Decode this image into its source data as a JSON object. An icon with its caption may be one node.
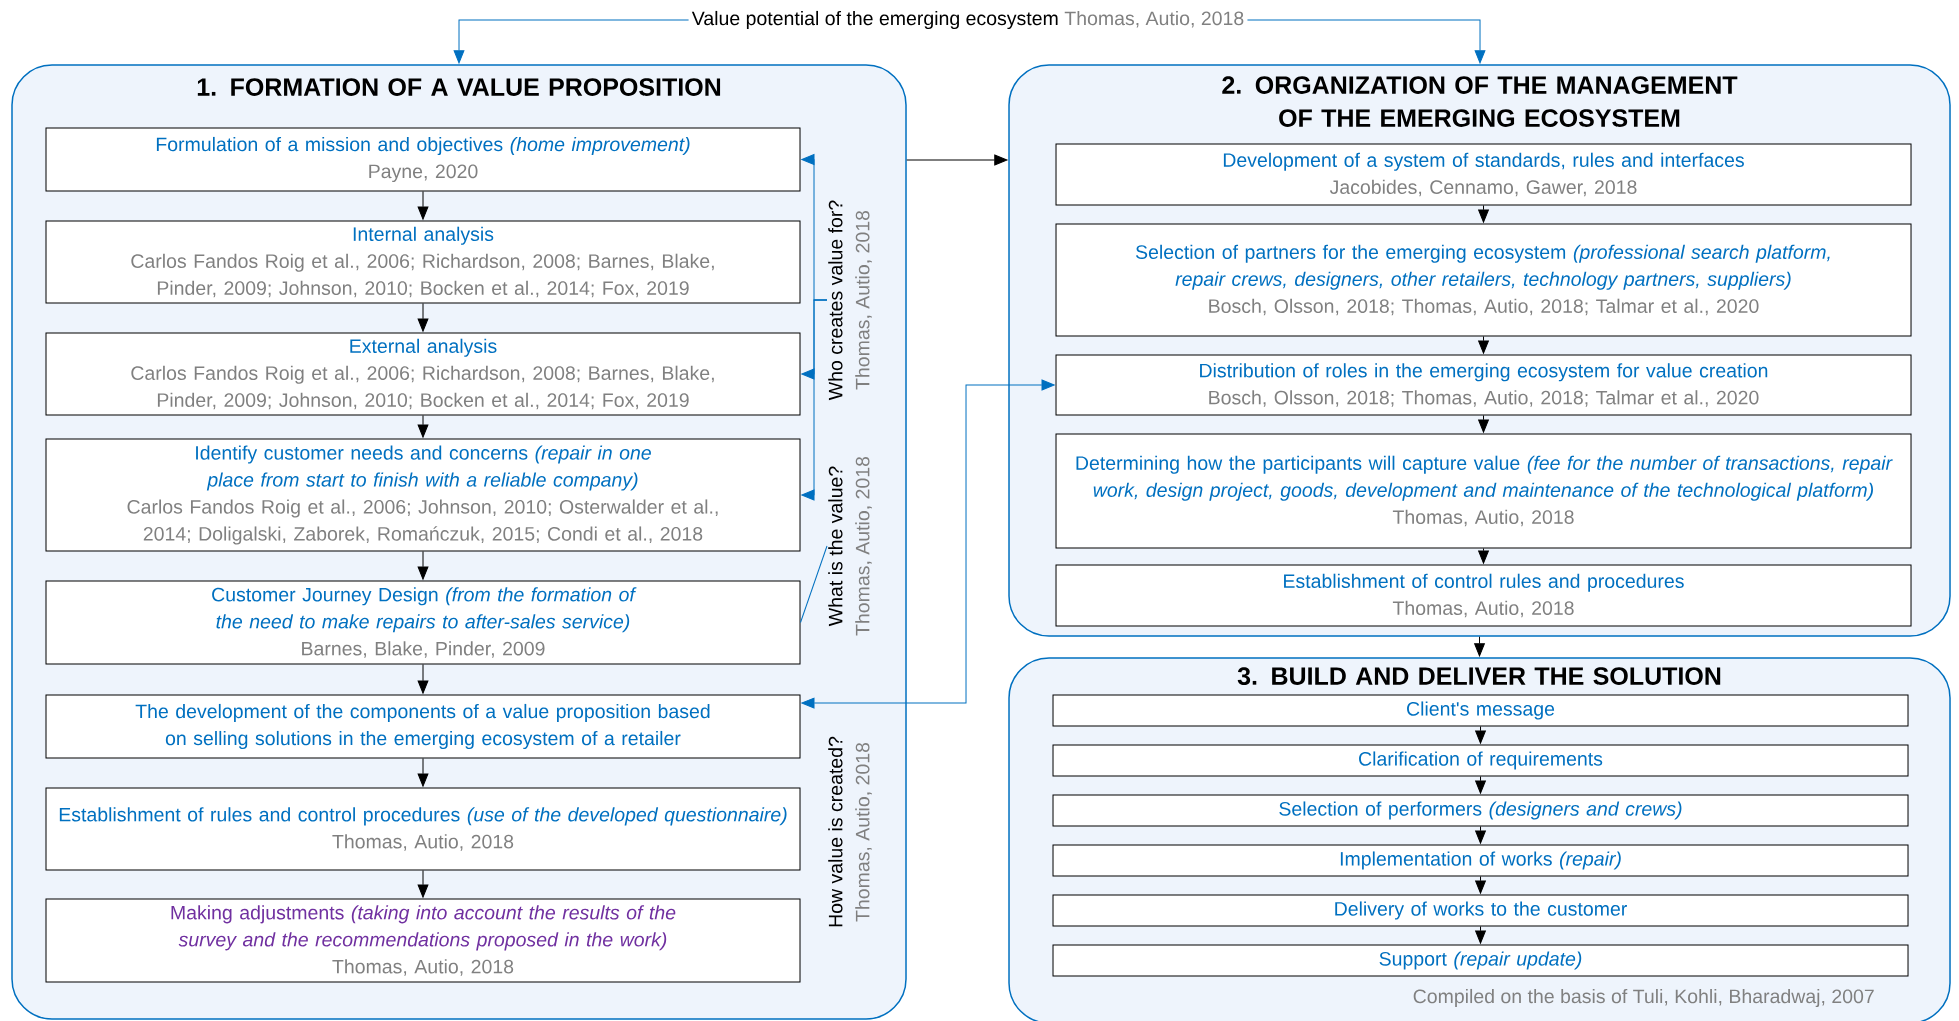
{
  "diagram": {
    "nodes": [
      {
        "text": [
          "Value potential of the emerging ecosystem",
          "Thomas, Autio, 2018"
        ]
      },
      {
        "text": [
          "1. FORMATION OF A VALUE PROPOSITION"
        ]
      },
      {
        "text": [
          "Formulation of a mission and objectives *(home improvement)*",
          "Payne, 2020"
        ],
        "in": 1
      },
      {
        "text": [
          "Internal analysis",
          "Carlos Fandos Roig et al., 2006; Richardson, 2008; Barnes, Blake, Pinder, 2009; Johnson, 2010; Bocken et al., 2014; Fox, 2019"
        ],
        "in": 1
      },
      {
        "text": [
          "External analysis",
          "Carlos Fandos Roig et al., 2006; Richardson, 2008; Barnes, Blake, Pinder, 2009; Johnson, 2010; Bocken et al., 2014; Fox, 2019"
        ],
        "in": 1
      },
      {
        "text": [
          "Identify customer needs and concerns *(repair in one place from start to finish with a reliable company)*",
          "Carlos Fandos Roig et al., 2006; Johnson, 2010; Osterwalder et al., 2014; Doligalski, Zaborek, Romańczuk, 2015; Condi et al., 2018"
        ],
        "in": 1
      },
      {
        "text": [
          "Customer Journey Design *(from the formation of the need to make repairs to after-sales service)*",
          "Barnes, Blake, Pinder, 2009"
        ],
        "in": 1
      },
      {
        "text": [
          "The development of the components of a value proposition based on selling solutions in the emerging ecosystem of a retailer"
        ],
        "in": 1
      },
      {
        "text": [
          "Establishment of rules and control procedures *(use of the developed questionnaire)*",
          "Thomas, Autio, 2018"
        ],
        "in": 1
      },
      {
        "text": [
          "Making adjustments *(taking into account the results of the survey and the recommendations proposed in the work)*",
          "Thomas, Autio, 2018"
        ],
        "in": 1
      },
      {
        "text": [
          "Who creates value for?",
          "Thomas, Autio, 2018"
        ],
        "in": 1
      },
      {
        "text": [
          "What is the value?",
          "Thomas, Autio, 2018"
        ],
        "in": 1
      },
      {
        "text": [
          "How value is created?",
          "Thomas, Autio, 2018"
        ],
        "in": 1
      },
      {
        "text": [
          "2. ORGANIZATION OF THE MANAGEMENT OF THE EMERGING ECOSYSTEM"
        ]
      },
      {
        "text": [
          "Development of a system of standards, rules and interfaces",
          "Jacobides, Cennamo, Gawer, 2018"
        ],
        "in": 13
      },
      {
        "text": [
          "Selection of partners for the emerging ecosystem *(professional search platform, repair crews, designers, other retailers, technology partners, suppliers)*",
          "Bosch, Olsson, 2018; Thomas, Autio, 2018; Talmar et al., 2020"
        ],
        "in": 13
      },
      {
        "text": [
          "Distribution of roles in the emerging ecosystem for value creation",
          "Bosch, Olsson, 2018; Thomas, Autio, 2018; Talmar et al., 2020"
        ],
        "in": 13
      },
      {
        "text": [
          "Determining how the participants will capture value *(fee for the number of transactions, repair work, design project, goods, development and maintenance of the technological platform)*",
          "Thomas, Autio, 2018"
        ],
        "in": 13
      },
      {
        "text": [
          "Establishment of control rules and procedures",
          "Thomas, Autio, 2018"
        ],
        "in": 13
      },
      {
        "text": [
          "3. BUILD AND DELIVER THE SOLUTION",
          "Compiled on the basis of Tuli, Kohli, Bharadwaj, 2007"
        ]
      },
      {
        "text": [
          "Client's message"
        ],
        "in": 19
      },
      {
        "text": [
          "Clarification of requirements"
        ],
        "in": 19
      },
      {
        "text": [
          "Selection of performers *(designers and crews)*"
        ],
        "in": 19
      },
      {
        "text": [
          "Implementation of works *(repair)*"
        ],
        "in": 19
      },
      {
        "text": [
          "Delivery of works to the customer"
        ],
        "in": 19
      },
      {
        "text": [
          "Support *(repair update)*"
        ],
        "in": 19
      }
    ],
    "edges": [
      {
        "from": 0,
        "to": 1,
        "arrow": "to",
        "color": "#0070c0"
      },
      {
        "from": 0,
        "to": 13,
        "arrow": "to",
        "color": "#0070c0"
      },
      {
        "from": 2,
        "to": 3,
        "arrow": "to"
      },
      {
        "from": 3,
        "to": 4,
        "arrow": "to"
      },
      {
        "from": 4,
        "to": 5,
        "arrow": "to"
      },
      {
        "from": 5,
        "to": 6,
        "arrow": "to"
      },
      {
        "from": 6,
        "to": 7,
        "arrow": "to"
      },
      {
        "from": 7,
        "to": 8,
        "arrow": "to"
      },
      {
        "from": 8,
        "to": 9,
        "arrow": "to"
      },
      {
        "from": 10,
        "to": 2,
        "arrow": "to",
        "color": "#0070c0"
      },
      {
        "from": 10,
        "to": 4,
        "arrow": "to",
        "color": "#0070c0"
      },
      {
        "from": 10,
        "to": 5,
        "arrow": "to",
        "color": "#0070c0"
      },
      {
        "from": 11,
        "to": 6,
        "arrow": "none",
        "color": "#0070c0"
      },
      {
        "from": 7,
        "to": 16,
        "arrow": "both",
        "color": "#0070c0"
      },
      {
        "from": 1,
        "to": 13,
        "arrow": "to"
      },
      {
        "from": 14,
        "to": 15,
        "arrow": "to"
      },
      {
        "from": 15,
        "to": 16,
        "arrow": "to"
      },
      {
        "from": 16,
        "to": 17,
        "arrow": "to"
      },
      {
        "from": 17,
        "to": 18,
        "arrow": "to"
      },
      {
        "from": 13,
        "to": 19,
        "arrow": "to"
      },
      {
        "from": 20,
        "to": 21,
        "arrow": "to"
      },
      {
        "from": 21,
        "to": 22,
        "arrow": "to"
      },
      {
        "from": 22,
        "to": 23,
        "arrow": "to"
      },
      {
        "from": 23,
        "to": 24,
        "arrow": "to"
      },
      {
        "from": 24,
        "to": 25,
        "arrow": "to"
      }
    ]
  }
}
